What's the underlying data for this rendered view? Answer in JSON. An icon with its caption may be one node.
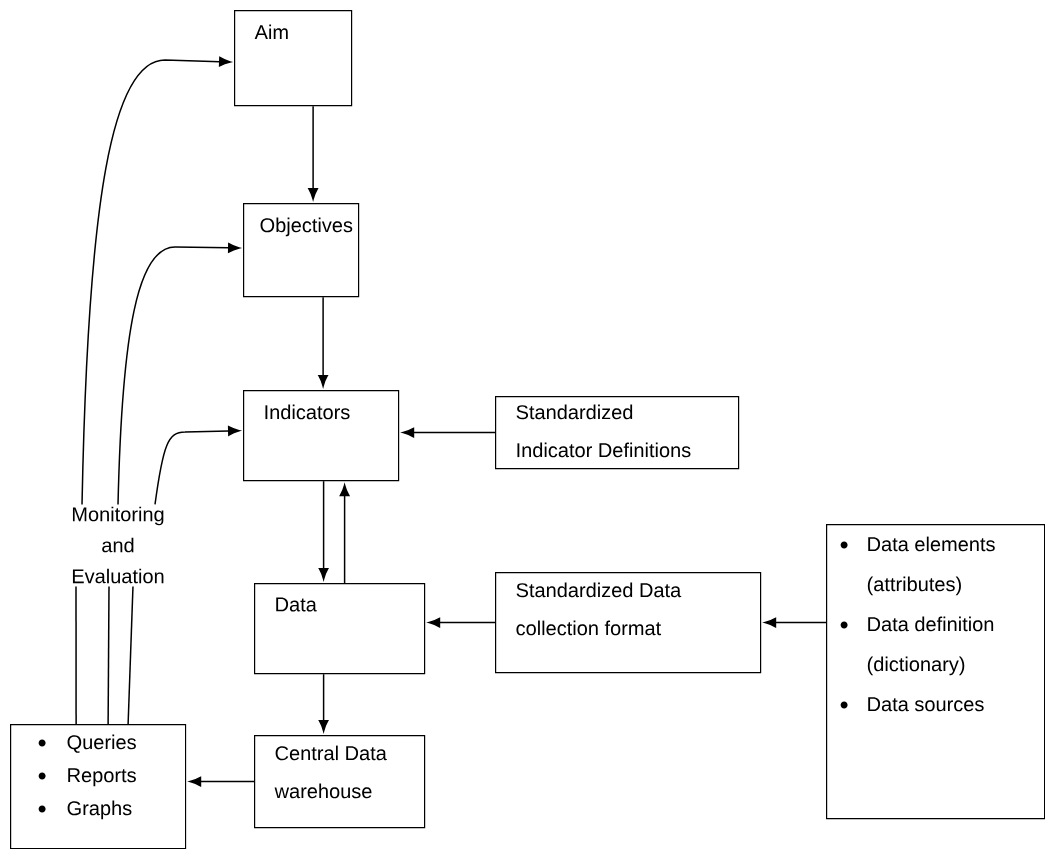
{
  "diagram": {
    "nodes": [
      {
        "text": [
          "Aim"
        ]
      },
      {
        "text": [
          "Objectives"
        ]
      },
      {
        "text": [
          "Indicators"
        ]
      },
      {
        "text": [
          "Standardized Indicator Definitions"
        ]
      },
      {
        "text": [
          "Monitoring and Evaluation"
        ]
      },
      {
        "text": [
          "Data"
        ]
      },
      {
        "text": [
          "Standardized Data collection format"
        ]
      },
      {
        "text": [
          "Data elements (attributes)",
          "Data definition (dictionary)",
          "Data sources"
        ]
      },
      {
        "text": [
          "Central Data warehouse"
        ]
      },
      {
        "text": [
          "Queries",
          "Reports",
          "Graphs"
        ]
      }
    ],
    "edges": [
      {
        "from": 0,
        "to": 1,
        "arrow": "to"
      },
      {
        "from": 1,
        "to": 2,
        "arrow": "to"
      },
      {
        "from": 3,
        "to": 2,
        "arrow": "to"
      },
      {
        "from": 2,
        "to": 5,
        "arrow": "to"
      },
      {
        "from": 5,
        "to": 2,
        "arrow": "to"
      },
      {
        "from": 6,
        "to": 5,
        "arrow": "to"
      },
      {
        "from": 7,
        "to": 6,
        "arrow": "to"
      },
      {
        "from": 5,
        "to": 8,
        "arrow": "to"
      },
      {
        "from": 8,
        "to": 9,
        "arrow": "to"
      },
      {
        "from": 4,
        "to": 0,
        "arrow": "to"
      },
      {
        "from": 4,
        "to": 1,
        "arrow": "to"
      },
      {
        "from": 4,
        "to": 2,
        "arrow": "to"
      },
      {
        "from": 9,
        "to": 4,
        "arrow": "none"
      },
      {
        "from": 9,
        "to": 4,
        "arrow": "none"
      },
      {
        "from": 9,
        "to": 4,
        "arrow": "none"
      }
    ]
  }
}
